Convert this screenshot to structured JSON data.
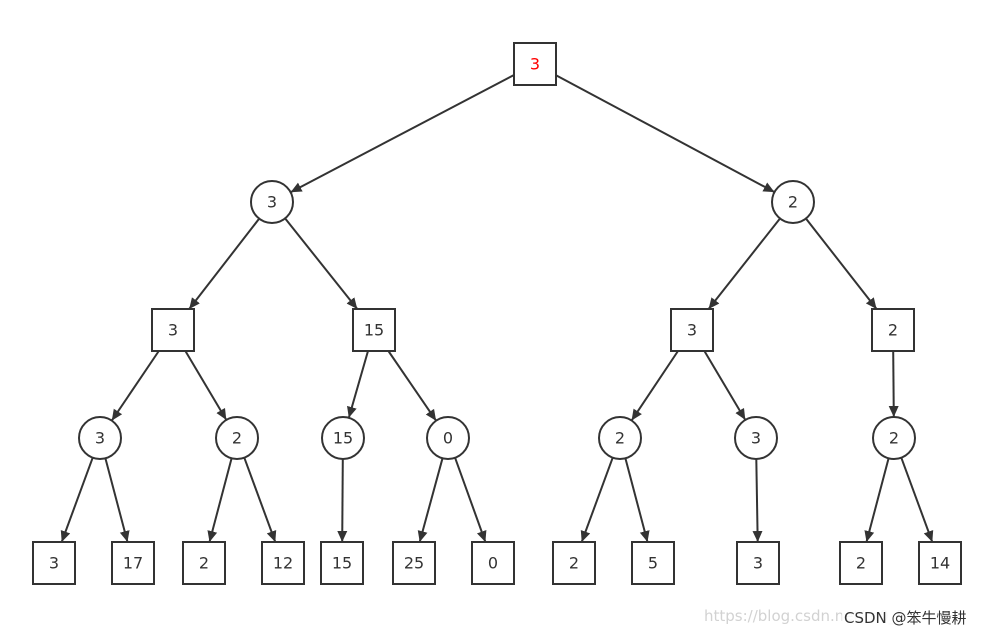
{
  "colors": {
    "root_label": "#ff0000",
    "default_label": "#333333",
    "stroke": "#333333"
  },
  "tree": {
    "nodes": [
      {
        "id": "n0",
        "shape": "square",
        "label": "3",
        "highlight": true
      },
      {
        "id": "n1",
        "shape": "circle",
        "label": "3"
      },
      {
        "id": "n2",
        "shape": "circle",
        "label": "2"
      },
      {
        "id": "n3",
        "shape": "square",
        "label": "3"
      },
      {
        "id": "n4",
        "shape": "square",
        "label": "15"
      },
      {
        "id": "n5",
        "shape": "square",
        "label": "3"
      },
      {
        "id": "n6",
        "shape": "square",
        "label": "2"
      },
      {
        "id": "n7",
        "shape": "circle",
        "label": "3"
      },
      {
        "id": "n8",
        "shape": "circle",
        "label": "2"
      },
      {
        "id": "n9",
        "shape": "circle",
        "label": "15"
      },
      {
        "id": "n10",
        "shape": "circle",
        "label": "0"
      },
      {
        "id": "n11",
        "shape": "circle",
        "label": "2"
      },
      {
        "id": "n12",
        "shape": "circle",
        "label": "3"
      },
      {
        "id": "n13",
        "shape": "circle",
        "label": "2"
      },
      {
        "id": "n14",
        "shape": "square",
        "label": "3"
      },
      {
        "id": "n15",
        "shape": "square",
        "label": "17"
      },
      {
        "id": "n16",
        "shape": "square",
        "label": "2"
      },
      {
        "id": "n17",
        "shape": "square",
        "label": "12"
      },
      {
        "id": "n18",
        "shape": "square",
        "label": "15"
      },
      {
        "id": "n19",
        "shape": "square",
        "label": "25"
      },
      {
        "id": "n20",
        "shape": "square",
        "label": "0"
      },
      {
        "id": "n21",
        "shape": "square",
        "label": "2"
      },
      {
        "id": "n22",
        "shape": "square",
        "label": "5"
      },
      {
        "id": "n23",
        "shape": "square",
        "label": "3"
      },
      {
        "id": "n24",
        "shape": "square",
        "label": "2"
      },
      {
        "id": "n25",
        "shape": "square",
        "label": "14"
      }
    ],
    "edges": [
      [
        "n0",
        "n1"
      ],
      [
        "n0",
        "n2"
      ],
      [
        "n1",
        "n3"
      ],
      [
        "n1",
        "n4"
      ],
      [
        "n2",
        "n5"
      ],
      [
        "n2",
        "n6"
      ],
      [
        "n3",
        "n7"
      ],
      [
        "n3",
        "n8"
      ],
      [
        "n4",
        "n9"
      ],
      [
        "n4",
        "n10"
      ],
      [
        "n5",
        "n11"
      ],
      [
        "n5",
        "n12"
      ],
      [
        "n6",
        "n13"
      ],
      [
        "n7",
        "n14"
      ],
      [
        "n7",
        "n15"
      ],
      [
        "n8",
        "n16"
      ],
      [
        "n8",
        "n17"
      ],
      [
        "n9",
        "n18"
      ],
      [
        "n10",
        "n19"
      ],
      [
        "n10",
        "n20"
      ],
      [
        "n11",
        "n21"
      ],
      [
        "n11",
        "n22"
      ],
      [
        "n12",
        "n23"
      ],
      [
        "n13",
        "n24"
      ],
      [
        "n13",
        "n25"
      ]
    ]
  },
  "watermark": {
    "url_text": "https://blog.csdn.net/m0_5",
    "brand_text": "CSDN @笨牛慢耕"
  }
}
